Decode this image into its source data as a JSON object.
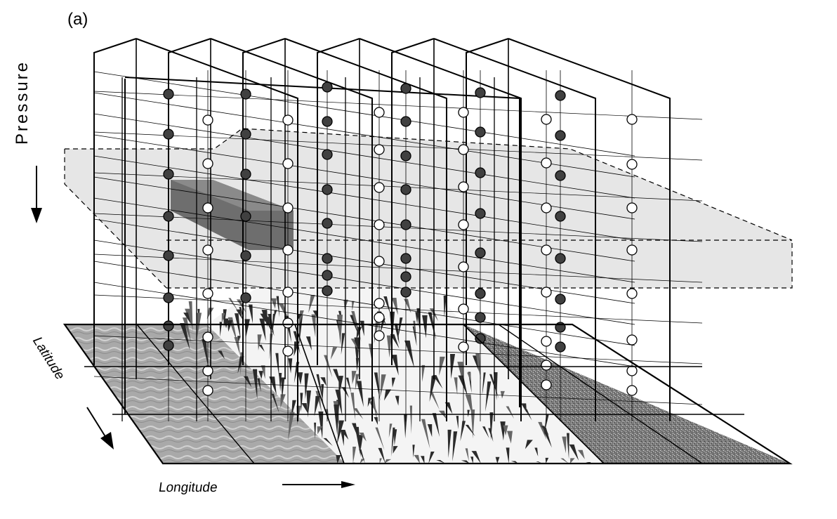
{
  "figure": {
    "panel_label": "(a)",
    "axis_labels": {
      "pressure": "Pressure",
      "latitude": "Latitude",
      "longitude": "Longitude"
    }
  },
  "colors": {
    "line": "#000000",
    "filled_node": "#404040",
    "hollow_node": "#ffffff",
    "shaded_plane": "#e6e6e6",
    "shaded_box": "#6e6e6e",
    "ocean": "#a9a9a9",
    "land_dark": "#777777",
    "terrain_light": "#f4f4f4",
    "terrain_dark": "#2b2b2b"
  },
  "icons": {
    "pressure_arrow": "arrow-down-icon",
    "latitude_arrow": "arrow-down-right-icon",
    "longitude_arrow": "arrow-right-icon"
  }
}
